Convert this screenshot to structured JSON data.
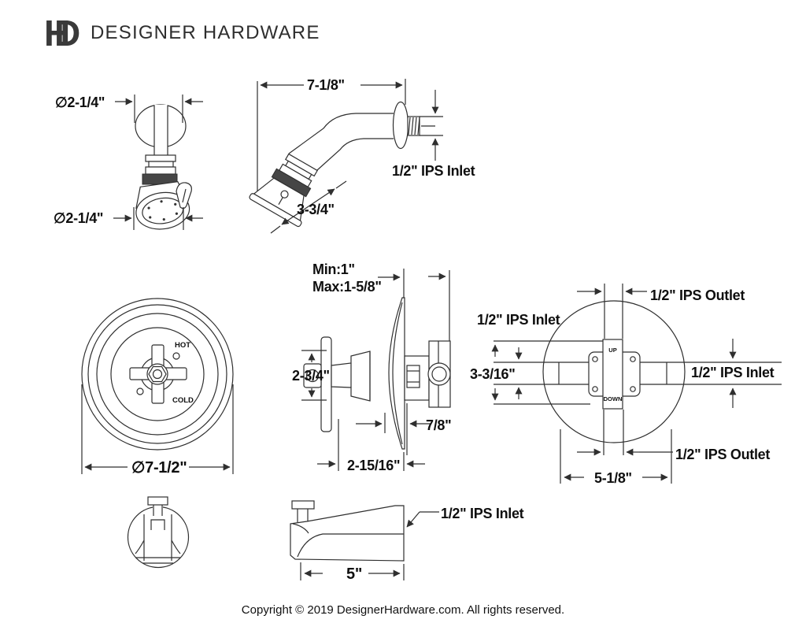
{
  "header": {
    "logo_d": "D",
    "logo_h": "H",
    "brand": "DESIGNER HARDWARE"
  },
  "palette": {
    "line": "#2f2f2f",
    "text": "#0f0f0f",
    "brand_text": "#2e2e2e",
    "knurl_fill": "#464646",
    "background": "#ffffff"
  },
  "figures": {
    "showerhead_front": {
      "dim_flange": "∅2-1/4\"",
      "dim_face": "∅2-1/4\""
    },
    "showerhead_side": {
      "dim_reach": "7-1/8\"",
      "dim_head": "3-3/4\"",
      "inlet": "1/2\" IPS Inlet"
    },
    "trim_plate": {
      "hot": "HOT",
      "cold": "COLD",
      "dim_diameter": "∅7-1/2\""
    },
    "valve_side": {
      "wall_min": "Min:1\"",
      "wall_max": "Max:1-5/8\"",
      "dim_handle": "2-3/4\"",
      "dim_plate": "7/8\"",
      "dim_total": "2-15/16\""
    },
    "valve_rough_in": {
      "outlet_top": "1/2\" IPS Outlet",
      "inlet_left": "1/2\" IPS Inlet",
      "inlet_right": "1/2\" IPS Inlet",
      "outlet_bottom": "1/2\" IPS Outlet",
      "dim_height": "3-3/16\"",
      "dim_width": "5-1/8\"",
      "up": "UP",
      "down": "DOWN"
    },
    "tub_spout": {
      "dim_length": "5\"",
      "inlet": "1/2\" IPS Inlet"
    }
  },
  "footer": {
    "copyright": "Copyright © 2019 DesignerHardware.com. All rights reserved."
  }
}
